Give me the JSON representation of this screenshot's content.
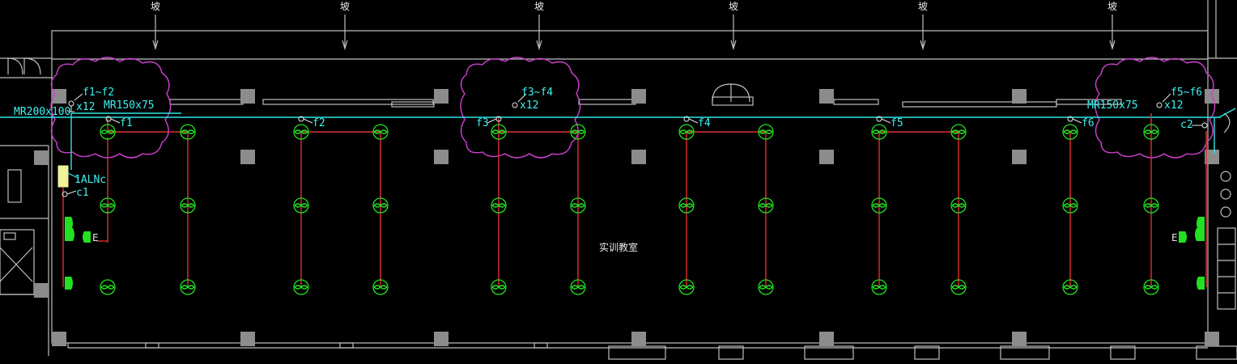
{
  "diagram": {
    "tray_labels": [
      {
        "id": "tray-left",
        "text": "MR200x100"
      },
      {
        "id": "tray-mid-left",
        "text": "MR150x75"
      },
      {
        "id": "tray-right",
        "text": "MR150x75"
      }
    ],
    "tag_labels": [
      {
        "id": "tag-f1-f2",
        "text": "f1~f2"
      },
      {
        "id": "tag-x12-left",
        "text": "x12"
      },
      {
        "id": "tag-f1",
        "text": "f1"
      },
      {
        "id": "tag-f2",
        "text": "f2"
      },
      {
        "id": "tag-f3-f4",
        "text": "f3~f4"
      },
      {
        "id": "tag-x12-mid",
        "text": "x12"
      },
      {
        "id": "tag-f3",
        "text": "f3"
      },
      {
        "id": "tag-f4",
        "text": "f4"
      },
      {
        "id": "tag-f5",
        "text": "f5"
      },
      {
        "id": "tag-f6",
        "text": "f6"
      },
      {
        "id": "tag-f5-f6",
        "text": "f5~f6"
      },
      {
        "id": "tag-x12-right",
        "text": "x12"
      },
      {
        "id": "tag-c2",
        "text": "c2"
      },
      {
        "id": "tag-panel",
        "text": "1ALNc"
      },
      {
        "id": "tag-c1",
        "text": "c1"
      }
    ],
    "room_label": "实训教室",
    "top_markers": [
      "坡",
      "坡",
      "坡",
      "坡",
      "坡",
      "坡"
    ]
  }
}
